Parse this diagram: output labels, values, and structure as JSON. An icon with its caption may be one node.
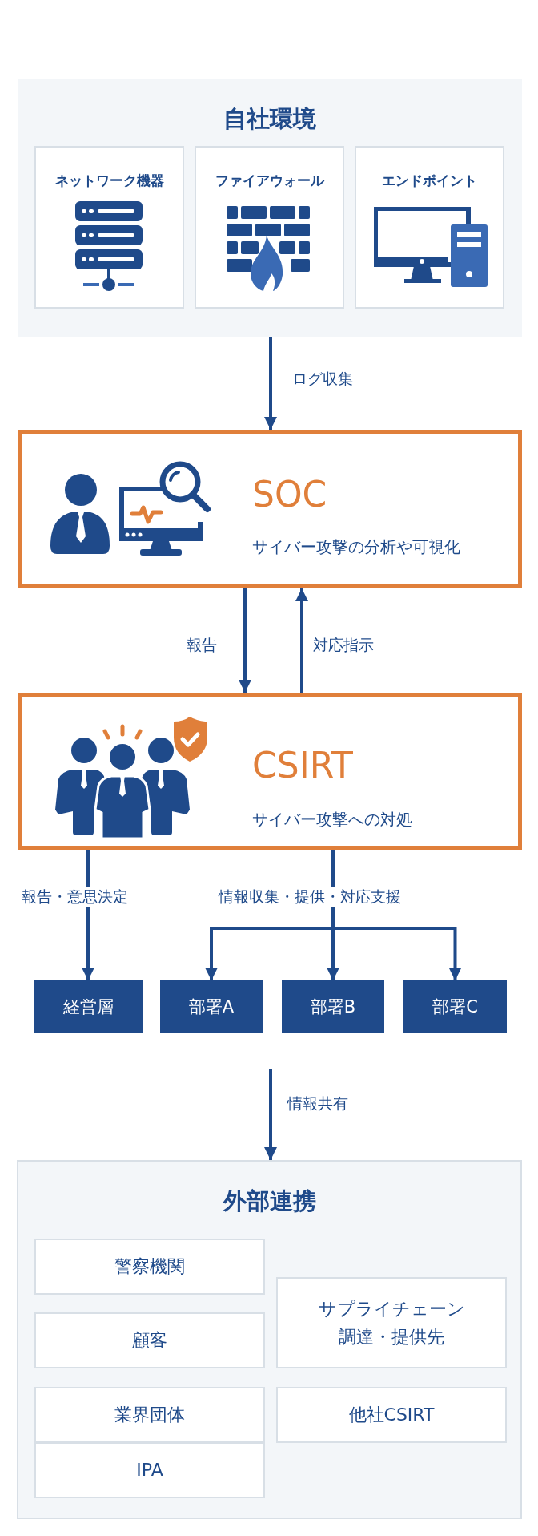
{
  "diagram": {
    "nodes": [
      {
        "text": [
          "自社環境"
        ]
      },
      {
        "text": [
          "ネットワーク機器"
        ],
        "in": 0
      },
      {
        "text": [
          "ファイアウォール"
        ],
        "in": 0
      },
      {
        "text": [
          "エンドポイント"
        ],
        "in": 0
      },
      {
        "text": [
          "SOC",
          "サイバー攻撃の分析や可視化"
        ]
      },
      {
        "text": [
          "CSIRT",
          "サイバー攻撃への対処"
        ]
      },
      {
        "text": [
          "経営層"
        ]
      },
      {
        "text": [
          "部署A"
        ]
      },
      {
        "text": [
          "部署B"
        ]
      },
      {
        "text": [
          "部署C"
        ]
      },
      {
        "text": [
          "外部連携"
        ]
      },
      {
        "text": [
          "警察機関"
        ],
        "in": 10
      },
      {
        "text": [
          "サプライチェーン調達・提供先"
        ],
        "in": 10
      },
      {
        "text": [
          "顧客"
        ],
        "in": 10
      },
      {
        "text": [
          "業界団体"
        ],
        "in": 10
      },
      {
        "text": [
          "他社CSIRT"
        ],
        "in": 10
      },
      {
        "text": [
          "IPA"
        ],
        "in": 10
      }
    ],
    "edges": [
      {
        "from": 0,
        "to": 4,
        "arrow": "to",
        "label": "ログ収集"
      },
      {
        "from": 4,
        "to": 5,
        "arrow": "to",
        "label": "報告"
      },
      {
        "from": 5,
        "to": 4,
        "arrow": "to",
        "label": "対応指示"
      },
      {
        "from": 5,
        "to": 6,
        "arrow": "to",
        "label": "報告・意思決定"
      },
      {
        "from": 5,
        "to": 7,
        "arrow": "to"
      },
      {
        "from": 5,
        "to": 8,
        "arrow": "to",
        "label": "情報収集・提供・対応支援"
      },
      {
        "from": 5,
        "to": 9,
        "arrow": "to"
      },
      {
        "from": null,
        "to": 10,
        "arrow": "to",
        "label": "情報共有"
      }
    ]
  }
}
